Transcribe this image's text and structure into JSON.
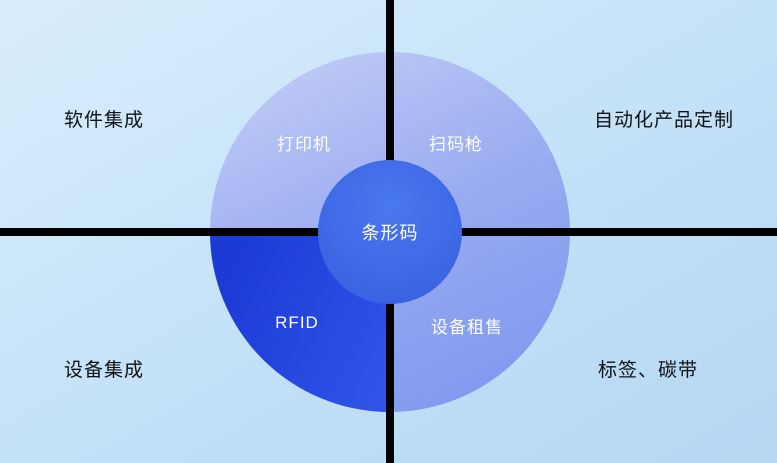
{
  "diagram": {
    "center_label": "条形码",
    "segments": [
      {
        "id": "top-left",
        "label": "打印机"
      },
      {
        "id": "top-right",
        "label": "扫码枪"
      },
      {
        "id": "bottom-left",
        "label": "RFID"
      },
      {
        "id": "bottom-right",
        "label": "设备租售"
      }
    ],
    "corner_labels": {
      "top_left": "软件集成",
      "top_right": "自动化产品定制",
      "bottom_left": "设备集成",
      "bottom_right": "标签、碳带"
    },
    "colors": {
      "background_start": "#d9eefd",
      "background_end": "#b5d7f3",
      "ring_light": "#bec8f5",
      "ring_dark": "#7e95ee",
      "highlight_quadrant": "#1c3bd6",
      "center_circle": "#3a66e4",
      "divider": "#000000",
      "segment_text": "#ffffff",
      "corner_text": "#101114"
    }
  }
}
